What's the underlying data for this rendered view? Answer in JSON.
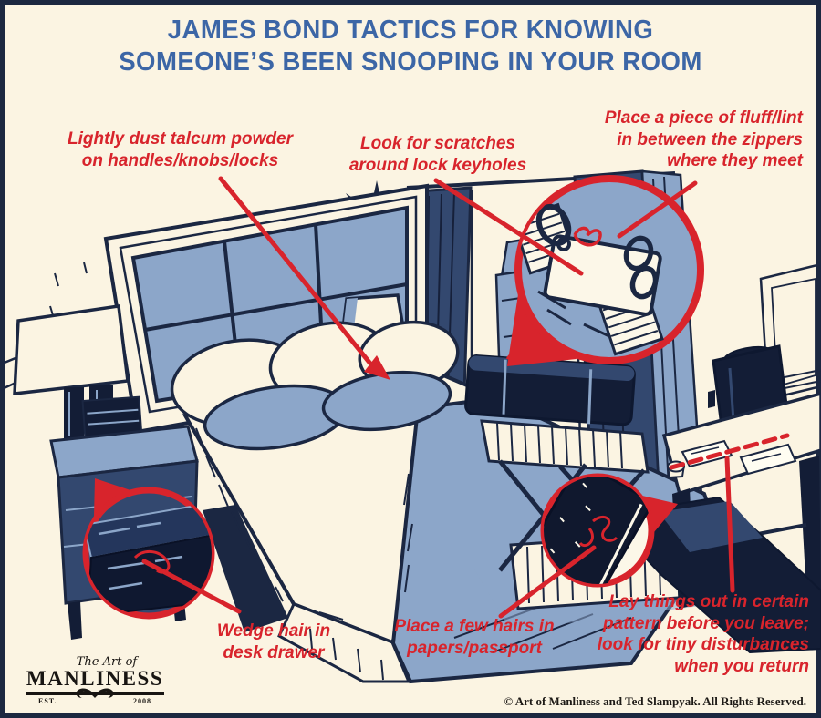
{
  "title": {
    "line1": "JAMES BOND TACTICS FOR KNOWING",
    "line2": "SOMEONE’S BEEN SNOOPING IN YOUR ROOM"
  },
  "callouts": {
    "talcum": "Lightly dust talcum powder\non handles/knobs/locks",
    "scratches": "Look for scratches\naround lock keyholes",
    "fluff": "Place a piece of fluff/lint\nin between the zippers\nwhere they meet",
    "wedge_hair": "Wedge hair in\ndesk drawer",
    "hairs_papers": "Place a few hairs in\npapers/passport",
    "lay_pattern": "Lay things out in certain\npattern before you leave;\nlook for tiny disturbances\nwhen you return"
  },
  "logo": {
    "tagline": "The Art of",
    "name": "MANLINESS",
    "est_label": "EST.",
    "year": "2008"
  },
  "footer": {
    "copyright": "© Art of Manliness and Ted Slampyak. All Rights Reserved."
  },
  "colors": {
    "background": "#FBF4E2",
    "title_blue": "#3C66A6",
    "accent_red": "#D8242C",
    "ink_navy": "#1B2742",
    "mid_blue": "#8CA6C9",
    "deep_blue": "#33486F",
    "dark_navy": "#131D36",
    "cream_highlight": "#FCF7E8"
  }
}
